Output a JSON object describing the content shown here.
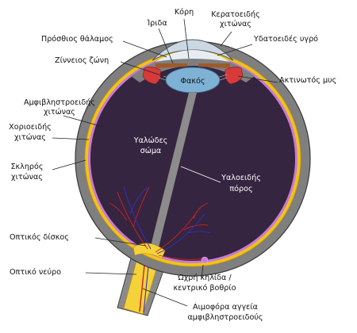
{
  "diagram": {
    "labels": {
      "pupil": "Κόρη",
      "iris": "Ίριδα",
      "cornea_1": "Κερατοειδής",
      "cornea_2": "χιτώνας",
      "anterior_chamber": "Πρόσθιος θάλαμος",
      "aqueous_humor": "Υδατοειδές υγρό",
      "zonular_fibers": "Ζίννειος ζώνη",
      "lens": "Φακός",
      "ciliary_muscle": "Ακτινωτός μυς",
      "retina_1": "Αμφιβληστροειδής",
      "retina_2": "χιτώνας",
      "choroid_1": "Χοριοειδής",
      "choroid_2": "χιτώνας",
      "vitreous_1": "Υαλώδες",
      "vitreous_2": "σώμα",
      "hyaloid_canal_1": "Υαλοειδής",
      "hyaloid_canal_2": "πόρος",
      "sclera_1": "Σκληρός",
      "sclera_2": "χιτώνας",
      "optic_disc": "Οπτικός δίσκος",
      "optic_nerve": "Οπτικό νεύρο",
      "macula_1": "Ωχρή κηλίδα /",
      "macula_2": "κεντρικό βοθρίο",
      "retinal_vessels_1": "Αιμοφόρα αγγεία",
      "retinal_vessels_2": "αμφιβληστροειδούς"
    },
    "colors": {
      "sclera": "#7f7f7f",
      "choroid": "#f2c316",
      "retina": "#c77bd4",
      "vitreous": "#352540",
      "cornea": "#c9d8e3",
      "lens": "#7eb1d4",
      "iris": "#9d5a2b",
      "ciliary": "#d63a3a",
      "vessels": "#d42020",
      "nerve": "#f6d23a"
    }
  }
}
